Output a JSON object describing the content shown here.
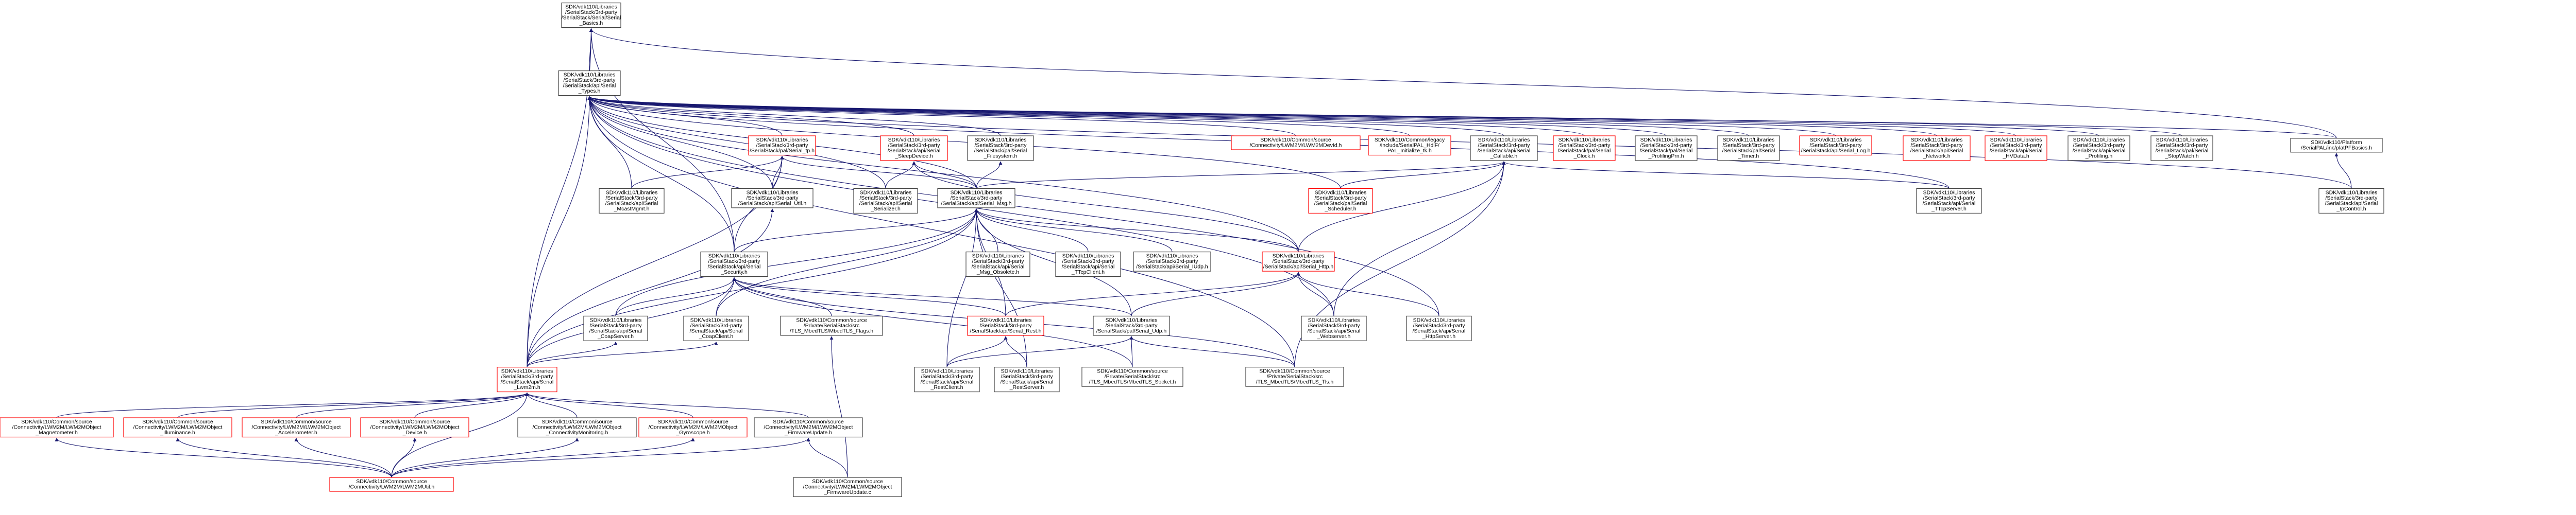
{
  "colors": {
    "edge": "#191970",
    "border_default": "#404040",
    "border_highlight": "#ff0000",
    "root_fill": "#bfbfbf"
  },
  "nodes": [
    {
      "id": "basics",
      "lines": [
        "SDK/vdk110/Libraries",
        "/SerialStack/3rd-party",
        "/SerialStack/Serial/Serial",
        "_Basics.h"
      ],
      "root": true
    },
    {
      "id": "types",
      "lines": [
        "SDK/vdk110/Libraries",
        "/SerialStack/3rd-party",
        "/SerialStack/api/Serial",
        "_Types.h"
      ]
    },
    {
      "id": "tp",
      "lines": [
        "SDK/vdk110/Libraries",
        "/SerialStack/3rd-party",
        "/SerialStack/pal/Serial_tp.h"
      ],
      "red": true
    },
    {
      "id": "sleepdevice",
      "lines": [
        "SDK/vdk110/Libraries",
        "/SerialStack/3rd-party",
        "/SerialStack/api/Serial",
        "_SleepDevice.h"
      ],
      "red": true
    },
    {
      "id": "filesystem",
      "lines": [
        "SDK/vdk110/Libraries",
        "/SerialStack/3rd-party",
        "/SerialStack/pal/Serial",
        "_Filesystem.h"
      ]
    },
    {
      "id": "dmdevid",
      "lines": [
        "SDK/vdk110/Common/source",
        "/Connectivity/LWM2M/LWM2MDevId.h"
      ],
      "red": true
    },
    {
      "id": "palhiff",
      "lines": [
        "SDK/vdk110/Common/legacy",
        "/include/SerialPAL_HdlF/",
        "PAL_Initialize_tk.h"
      ],
      "red": true
    },
    {
      "id": "callable",
      "lines": [
        "SDK/vdk110/Libraries",
        "/SerialStack/3rd-party",
        "/SerialStack/api/Serial",
        "_Callable.h"
      ]
    },
    {
      "id": "clock",
      "lines": [
        "SDK/vdk110/Libraries",
        "/SerialStack/3rd-party",
        "/SerialStack/pal/Serial",
        "_Clock.h"
      ],
      "red": true
    },
    {
      "id": "profiling",
      "lines": [
        "SDK/vdk110/Libraries",
        "/SerialStack/3rd-party",
        "/SerialStack/pal/Serial",
        "_ProfilingPrn.h"
      ]
    },
    {
      "id": "timer",
      "lines": [
        "SDK/vdk110/Libraries",
        "/SerialStack/3rd-party",
        "/SerialStack/pal/Serial",
        "_Timer.h"
      ]
    },
    {
      "id": "log",
      "lines": [
        "SDK/vdk110/Libraries",
        "/SerialStack/3rd-party",
        "/SerialStack/api/Serial_Log.h"
      ],
      "red": true
    },
    {
      "id": "network",
      "lines": [
        "SDK/vdk110/Libraries",
        "/SerialStack/3rd-party",
        "/SerialStack/api/Serial",
        "_Network.h"
      ],
      "red": true
    },
    {
      "id": "hydata",
      "lines": [
        "SDK/vdk110/Libraries",
        "/SerialStack/3rd-party",
        "/SerialStack/api/Serial",
        "_HVData.h"
      ],
      "red": true
    },
    {
      "id": "profiling2",
      "lines": [
        "SDK/vdk110/Libraries",
        "/SerialStack/3rd-party",
        "/SerialStack/api/Serial",
        "_Profiling.h"
      ]
    },
    {
      "id": "stopwatch",
      "lines": [
        "SDK/vdk110/Libraries",
        "/SerialStack/3rd-party",
        "/SerialStack/pal/Serial",
        "_StopWatch.h"
      ]
    },
    {
      "id": "platform",
      "lines": [
        "SDK/vdk110/Platform",
        "/SerialPAL/inc/platPFBasics.h"
      ]
    },
    {
      "id": "mcastmgmt",
      "lines": [
        "SDK/vdk110/Libraries",
        "/SerialStack/3rd-party",
        "/SerialStack/api/Serial",
        "_McastMgmt.h"
      ]
    },
    {
      "id": "utilh",
      "lines": [
        "SDK/vdk110/Libraries",
        "/SerialStack/3rd-party",
        "/SerialStack/api/Serial_Util.h"
      ]
    },
    {
      "id": "serializer",
      "lines": [
        "SDK/vdk110/Libraries",
        "/SerialStack/3rd-party",
        "/SerialStack/api/Serial",
        "_Serializer.h"
      ]
    },
    {
      "id": "msg",
      "lines": [
        "SDK/vdk110/Libraries",
        "/SerialStack/3rd-party",
        "/SerialStack/api/Serial_Msg.h"
      ]
    },
    {
      "id": "scheduler",
      "lines": [
        "SDK/vdk110/Libraries",
        "/SerialStack/3rd-party",
        "/SerialStack/pal/Serial",
        "_Scheduler.h"
      ],
      "red": true
    },
    {
      "id": "tcpserver",
      "lines": [
        "SDK/vdk110/Libraries",
        "/SerialStack/3rd-party",
        "/SerialStack/api/Serial",
        "_TTcpServer.h"
      ]
    },
    {
      "id": "ipcontrol",
      "lines": [
        "SDK/vdk110/Libraries",
        "/SerialStack/3rd-party",
        "/SerialStack/api/Serial",
        "_IpControl.h"
      ]
    },
    {
      "id": "security",
      "lines": [
        "SDK/vdk110/Libraries",
        "/SerialStack/3rd-party",
        "/SerialStack/api/Serial",
        "_Security.h"
      ]
    },
    {
      "id": "msgobsolete",
      "lines": [
        "SDK/vdk110/Libraries",
        "/SerialStack/3rd-party",
        "/SerialStack/api/Serial",
        "_Msg_Obsolete.h"
      ]
    },
    {
      "id": "tcpclient",
      "lines": [
        "SDK/vdk110/Libraries",
        "/SerialStack/3rd-party",
        "/SerialStack/api/Serial",
        "_TTcpClient.h"
      ]
    },
    {
      "id": "udp",
      "lines": [
        "SDK/vdk110/Libraries",
        "/SerialStack/3rd-party",
        "/SerialStack/api/Serial_IUdp.h"
      ]
    },
    {
      "id": "http",
      "lines": [
        "SDK/vdk110/Libraries",
        "/SerialStack/3rd-party",
        "/SerialStack/api/Serial_Http.h"
      ],
      "red": true
    },
    {
      "id": "coapserver",
      "lines": [
        "SDK/vdk110/Libraries",
        "/SerialStack/3rd-party",
        "/SerialStack/api/Serial",
        "_CoapServer.h"
      ]
    },
    {
      "id": "coapclient",
      "lines": [
        "SDK/vdk110/Libraries",
        "/SerialStack/3rd-party",
        "/SerialStack/api/Serial",
        "_CoapClient.h"
      ]
    },
    {
      "id": "tlsflags",
      "lines": [
        "SDK/vdk110/Common/source",
        "/Private/SerialStack/src",
        "/TLS_MbedTLS/MbedTLS_Flags.h"
      ]
    },
    {
      "id": "rest",
      "lines": [
        "SDK/vdk110/Libraries",
        "/SerialStack/3rd-party",
        "/SerialStack/api/Serial_Rest.h"
      ],
      "red": true
    },
    {
      "id": "paludp",
      "lines": [
        "SDK/vdk110/Libraries",
        "/SerialStack/3rd-party",
        "/SerialStack/pal/Serial_Udp.h"
      ]
    },
    {
      "id": "webserver",
      "lines": [
        "SDK/vdk110/Libraries",
        "/SerialStack/3rd-party",
        "/SerialStack/api/Serial",
        "_Webserver.h"
      ]
    },
    {
      "id": "httpserver",
      "lines": [
        "SDK/vdk110/Libraries",
        "/SerialStack/3rd-party",
        "/SerialStack/api/Serial",
        "_HttpServer.h"
      ]
    },
    {
      "id": "restclient",
      "lines": [
        "SDK/vdk110/Libraries",
        "/SerialStack/3rd-party",
        "/SerialStack/api/Serial",
        "_RestClient.h"
      ]
    },
    {
      "id": "restserver",
      "lines": [
        "SDK/vdk110/Libraries",
        "/SerialStack/3rd-party",
        "/SerialStack/api/Serial",
        "_RestServer.h"
      ]
    },
    {
      "id": "tlssocket",
      "lines": [
        "SDK/vdk110/Common/source",
        "/Private/SerialStack/src",
        "/TLS_MbedTLS/MbedTLS_Socket.h"
      ]
    },
    {
      "id": "tlstls",
      "lines": [
        "SDK/vdk110/Common/source",
        "/Private/SerialStack/src",
        "/TLS_MbedTLS/MbedTLS_Tls.h"
      ]
    },
    {
      "id": "lwm2m",
      "lines": [
        "SDK/vdk110/Libraries",
        "/SerialStack/3rd-party",
        "/SerialStack/api/Serial",
        "_Lwm2m.h"
      ],
      "red": true
    },
    {
      "id": "magnetometer",
      "lines": [
        "SDK/vdk110/Common/source",
        "/Connectivity/LWM2M/LWM2MObject",
        "_Magnetometer.h"
      ],
      "red": true
    },
    {
      "id": "illuminance",
      "lines": [
        "SDK/vdk110/Common/source",
        "/Connectivity/LWM2M/LWM2MObject",
        "_Illuminance.h"
      ],
      "red": true
    },
    {
      "id": "accelerometer",
      "lines": [
        "SDK/vdk110/Common/source",
        "/Connectivity/LWM2M/LWM2MObject",
        "_Accelerometer.h"
      ],
      "red": true
    },
    {
      "id": "device",
      "lines": [
        "SDK/vdk110/Common/source",
        "/Connectivity/LWM2M/LWM2MObject",
        "_Device.h"
      ],
      "red": true
    },
    {
      "id": "connmon",
      "lines": [
        "SDK/vdk110/Common/source",
        "/Connectivity/LWM2M/LWM2MObject",
        "_ConnectivityMonitoring.h"
      ]
    },
    {
      "id": "gyroscope",
      "lines": [
        "SDK/vdk110/Common/source",
        "/Connectivity/LWM2M/LWM2MObject",
        "_Gyroscope.h"
      ],
      "red": true
    },
    {
      "id": "fwupdate",
      "lines": [
        "SDK/vdk110/Common/source",
        "/Connectivity/LWM2M/LWM2MObject",
        "_FirmwareUpdate.h"
      ]
    },
    {
      "id": "lwm2mutil",
      "lines": [
        "SDK/vdk110/Common/source",
        "/Connectivity/LWM2M/LWM2MUtil.h"
      ],
      "red": true
    },
    {
      "id": "fwupdatec",
      "lines": [
        "SDK/vdk110/Common/source",
        "/Connectivity/LWM2M/LWM2MObject",
        "_FirmwareUpdate.c"
      ]
    }
  ]
}
